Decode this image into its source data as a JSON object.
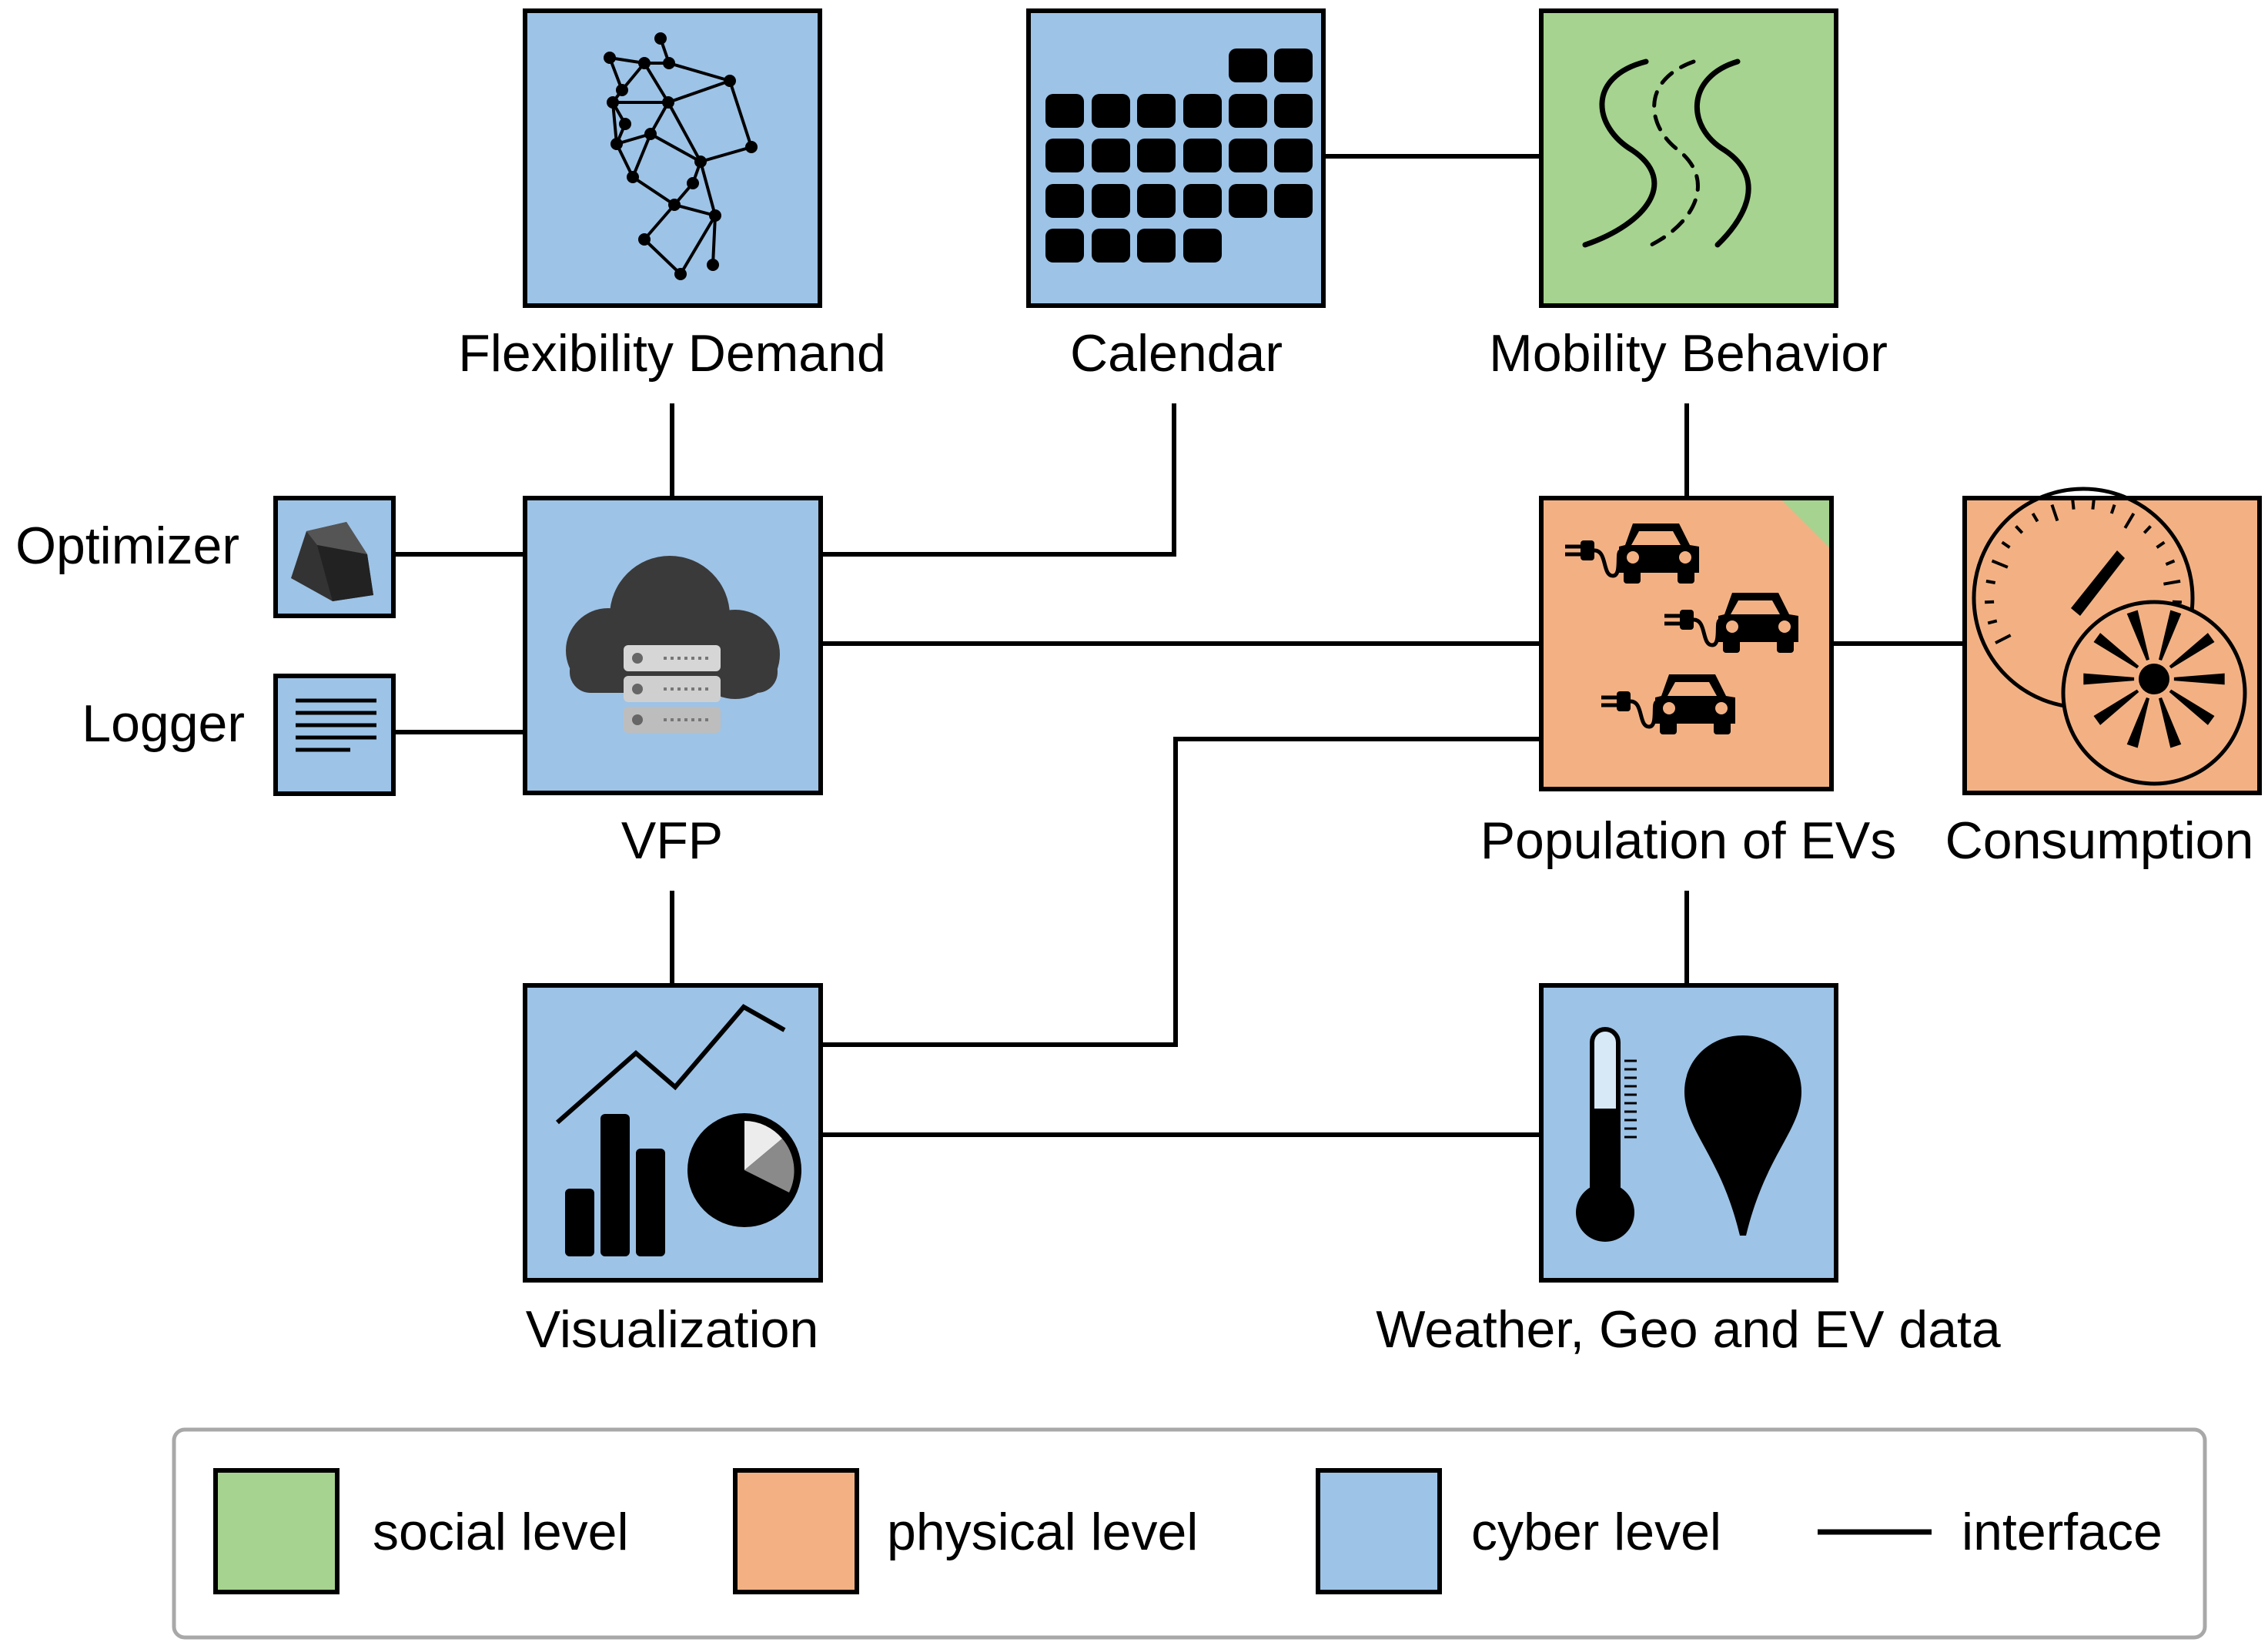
{
  "colors": {
    "social": "#a6d38f",
    "physical": "#f3b183",
    "cyber": "#9dc3e7",
    "line": "#000000",
    "legend_border": "#a8a8a8"
  },
  "nodes": {
    "flexibility_demand": {
      "label": "Flexibility Demand",
      "level": "cyber",
      "icon": "network-graph-icon"
    },
    "calendar": {
      "label": "Calendar",
      "level": "cyber",
      "icon": "calendar-icon"
    },
    "mobility_behavior": {
      "label": "Mobility Behavior",
      "level": "social",
      "icon": "road-icon"
    },
    "optimizer": {
      "label": "Optimizer",
      "level": "cyber",
      "icon": "gem-icon"
    },
    "logger": {
      "label": "Logger",
      "level": "cyber",
      "icon": "document-lines-icon"
    },
    "vfp": {
      "label": "VFP",
      "level": "cyber",
      "icon": "cloud-server-icon"
    },
    "population_of_evs": {
      "label": "Population of EVs",
      "level": "physical",
      "icon": "ev-charging-cars-icon"
    },
    "consumption": {
      "label": "Consumption",
      "level": "physical",
      "icon": "gauge-fan-icon"
    },
    "visualization": {
      "label": "Visualization",
      "level": "cyber",
      "icon": "charts-icon"
    },
    "weather_geo_ev": {
      "label": "Weather, Geo and EV data",
      "level": "cyber",
      "icon": "thermometer-pin-icon"
    }
  },
  "legend": {
    "social": "social level",
    "physical": "physical level",
    "cyber": "cyber level",
    "interface": "interface"
  }
}
